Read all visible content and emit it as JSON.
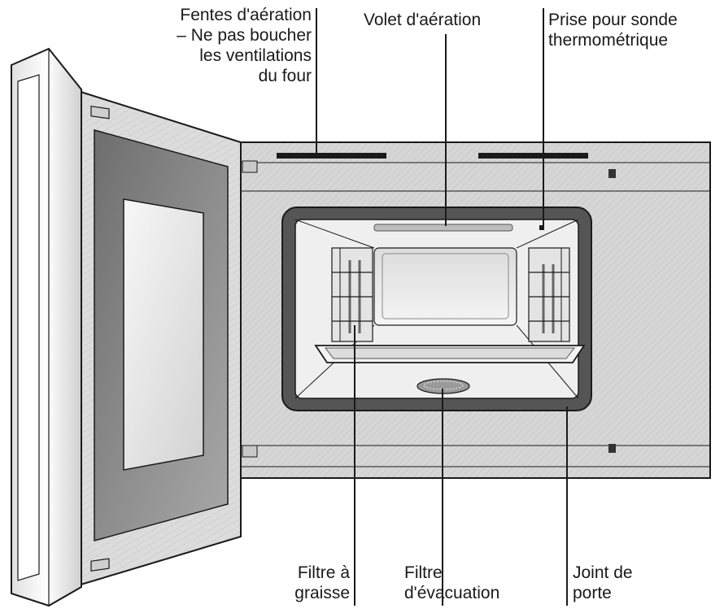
{
  "labels": {
    "vent_slots": {
      "lines": [
        "Fentes d'aération",
        "– Ne pas boucher",
        "les ventilations",
        "du four"
      ]
    },
    "vent_flap": {
      "lines": [
        "Volet d'aération"
      ]
    },
    "probe_socket": {
      "lines": [
        "Prise pour sonde",
        "thermométrique"
      ]
    },
    "grease_filter": {
      "lines": [
        "Filtre à",
        "graisse"
      ]
    },
    "exhaust_filter": {
      "lines": [
        "Filtre",
        "d'évacuation"
      ]
    },
    "door_seal": {
      "lines": [
        "Joint de",
        "porte"
      ]
    }
  },
  "colors": {
    "outline": "#1a1a1a",
    "body_fill": "#d9d9d9",
    "cavity_fill": "#f2f2f2",
    "glass_dark": "#7a7a7a",
    "glass_light": "#e8e8e8",
    "seal": "#4d4d4d"
  }
}
